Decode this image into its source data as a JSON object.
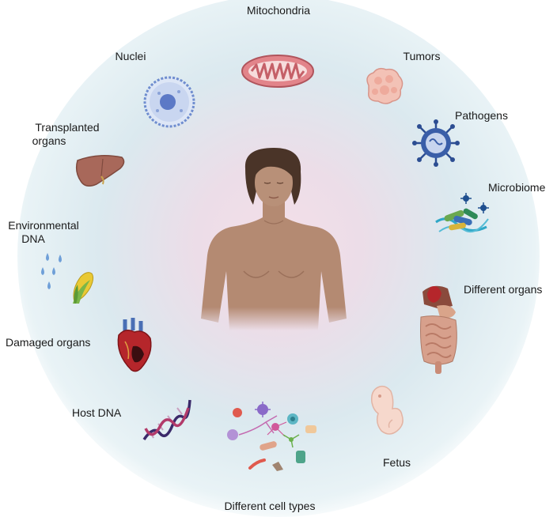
{
  "center": {
    "figure": "human-torso"
  },
  "labels": {
    "mitochondria": "Mitochondria",
    "nuclei": "Nuclei",
    "tumors": "Tumors",
    "pathogens": "Pathogens",
    "transplanted_organs_line1": "Transplanted",
    "transplanted_organs_line2": "organs",
    "microbiome": "Microbiome",
    "environmental_dna_line1": "Environmental",
    "environmental_dna_line2": "DNA",
    "different_organs": "Different organs",
    "damaged_organs": "Damaged organs",
    "host_dna": "Host DNA",
    "fetus": "Fetus",
    "different_cell_types": "Different cell types"
  },
  "icons": [
    "mitochondria-icon",
    "nucleus-icon",
    "tumor-icon",
    "pathogen-icon",
    "liver-icon",
    "microbiome-icon",
    "water-drops-icon",
    "corn-icon",
    "organs-icon",
    "heart-icon",
    "dna-icon",
    "fetus-icon",
    "cells-icon"
  ],
  "colors": {
    "skin": "#b48a72",
    "hair": "#4a3428",
    "glow_center": "#f4dfe8",
    "glow_edge": "#dbe9ef",
    "nucleus": "#4f6fbf",
    "pathogen": "#3a5ea8",
    "heart": "#b5262b"
  }
}
